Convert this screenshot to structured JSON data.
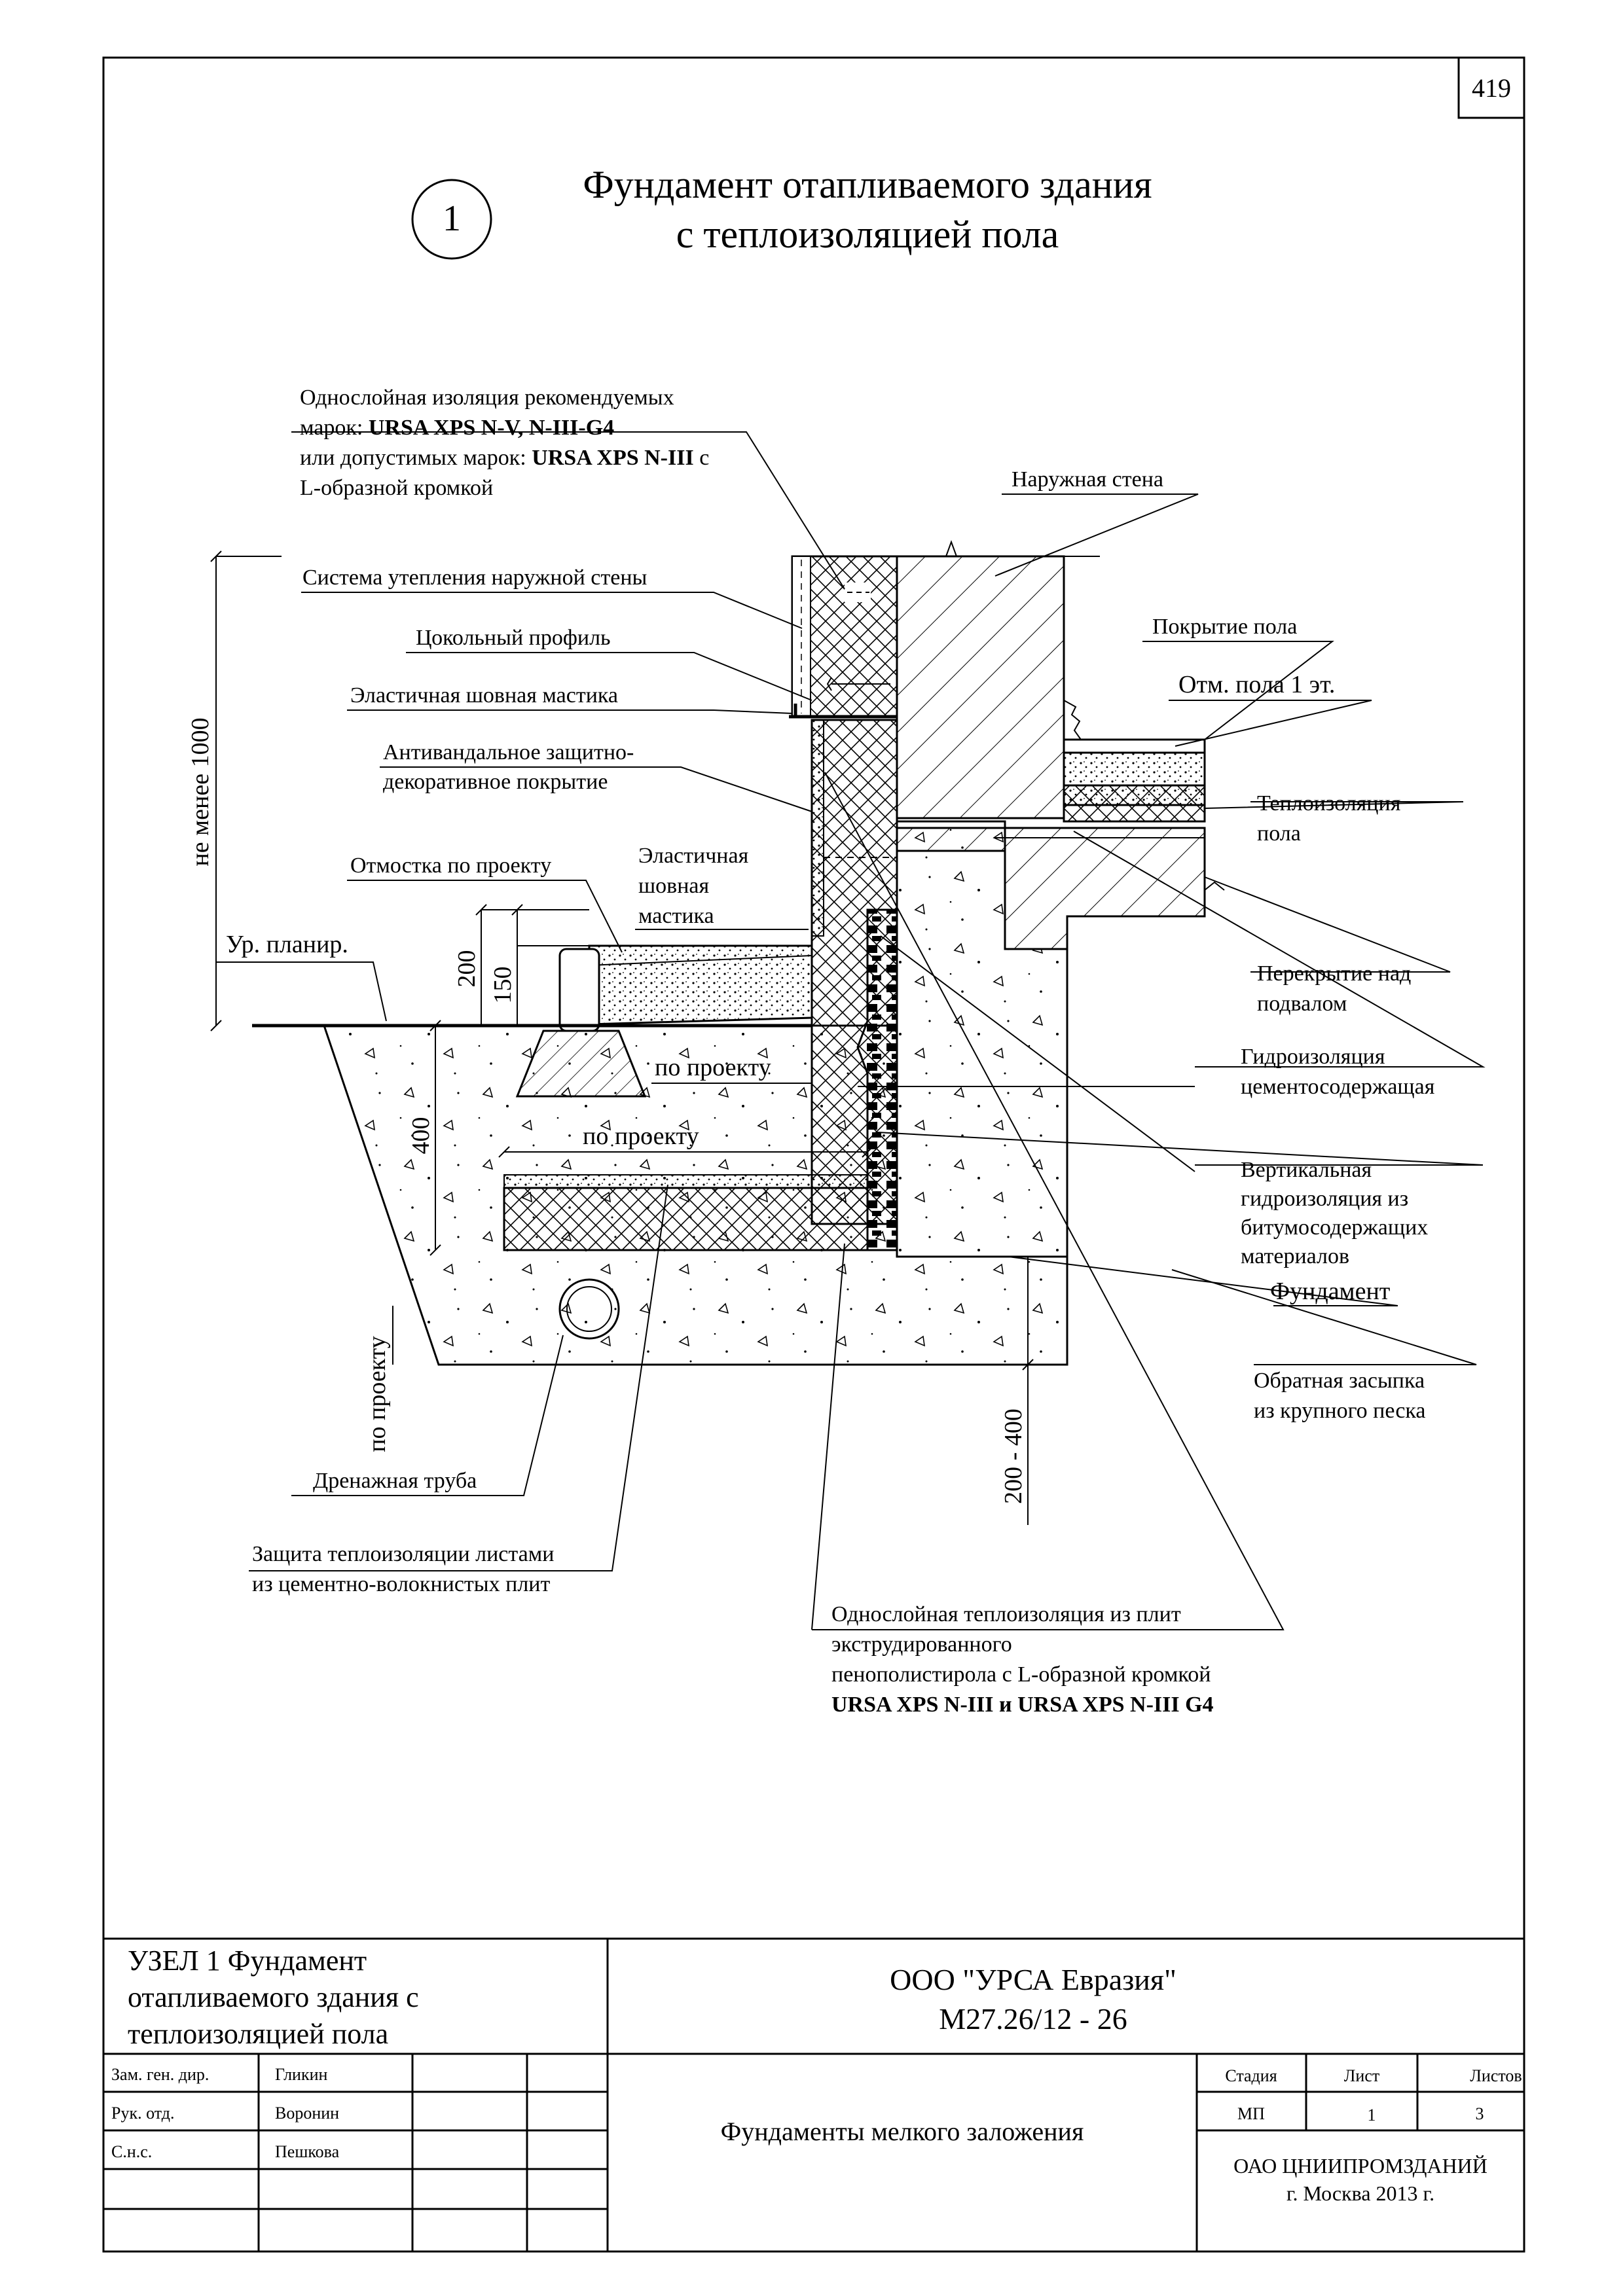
{
  "sheet_number": "419",
  "node_marker": "1",
  "title": {
    "line1": "Фундамент отапливаемого здания",
    "line2": "с теплоизоляцией пола"
  },
  "callouts": {
    "single_layer_insulation": {
      "line1": "Однослойная изоляция рекомендуемых",
      "line2_prefix": "марок: ",
      "line2_bold": "URSA XPS N-V,  N-III-G4",
      "line3_prefix": "или допустимых марок: ",
      "line3_bold": "URSA XPS N-III",
      "line3_suffix": " с",
      "line4": "L-образной кромкой"
    },
    "outer_wall": "Наружная стена",
    "wall_insulation_system": "Система утепления наружной стены",
    "plinth_profile": "Цокольный профиль",
    "floor_covering": "Покрытие пола",
    "elastic_mastic_top": "Эластичная шовная мастика",
    "floor_level": "Отм. пола 1 эт.",
    "antivandal": {
      "line1": "Антивандальное защитно-",
      "line2": "декоративное покрытие"
    },
    "floor_insulation": {
      "line1": "Теплоизоляция",
      "line2": "пола"
    },
    "blind_area": "Отмостка по проекту",
    "elastic_mastic_lower": {
      "line1": "Эластичная",
      "line2": "шовная",
      "line3": "мастика"
    },
    "grade_level": "Ур. планир.",
    "basement_slab": {
      "line1": "Перекрытие над",
      "line2": "подвалом"
    },
    "per_project_1": "по проекту",
    "per_project_2": "по проекту",
    "cement_waterproofing": {
      "line1": "Гидроизоляция",
      "line2": "цементосодержащая"
    },
    "vertical_waterproofing": {
      "line1": "Вертикальная",
      "line2": "гидроизоляция из",
      "line3": "битумосодержащих",
      "line4": "материалов"
    },
    "foundation": "Фундамент",
    "backfill": {
      "line1": "Обратная засыпка",
      "line2": "из крупного песка"
    },
    "drain_pipe": "Дренажная труба",
    "protection": {
      "line1": "Защита теплоизоляции листами",
      "line2": "из цементно-волокнистых плит"
    },
    "xps_insulation": {
      "line1": "Однослойная теплоизоляция из плит",
      "line2": "экструдированного",
      "line3": "пенополистирола с L-образной кромкой",
      "line4": "URSA XPS N-III и URSA XPS N-III G4"
    }
  },
  "dimensions": {
    "min_1000": "не менее 1000",
    "d200": "200",
    "d150": "150",
    "d400": "400",
    "per_project_vertical": "по проекту",
    "d200_400": "200 - 400"
  },
  "title_block": {
    "node_title": {
      "line1": "УЗЕЛ 1 Фундамент",
      "line2": "отапливаемого здания с",
      "line3": "теплоизоляцией пола"
    },
    "company": "ООО \"УРСА Евразия\"",
    "code": "М27.26/12 - 26",
    "signatures": [
      {
        "role": "Зам. ген. дир.",
        "name": "Гликин"
      },
      {
        "role": "Рук. отд.",
        "name": "Воронин"
      },
      {
        "role": "С.н.с.",
        "name": "Пешкова"
      }
    ],
    "subject": "Фундаменты мелкого заложения",
    "stage_header": "Стадия",
    "sheet_header": "Лист",
    "sheets_header": "Листов",
    "stage_value": "МП",
    "sheet_value": "1",
    "sheets_value": "3",
    "org_line1": "ОАО ЦНИИПРОМЗДАНИЙ",
    "org_line2": "г. Москва 2013 г."
  }
}
